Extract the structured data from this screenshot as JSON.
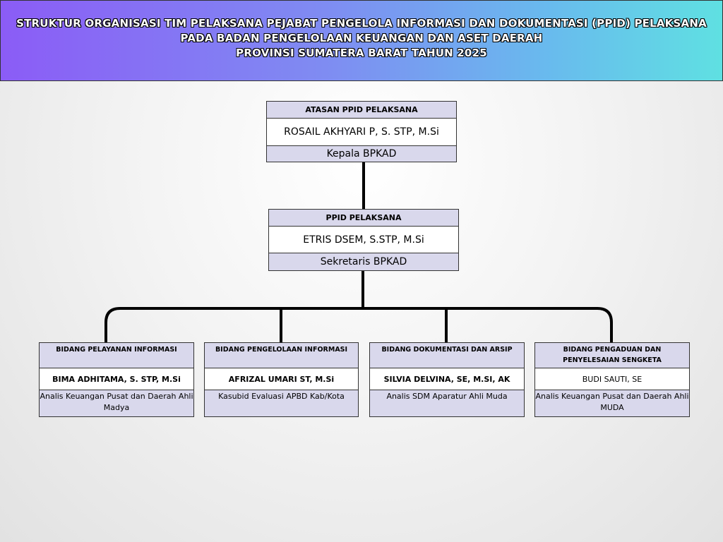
{
  "title": {
    "line1": "STRUKTUR ORGANISASI TIM PELAKSANA PEJABAT PENGELOLA INFORMASI DAN DOKUMENTASI (PPID) PELAKSANA",
    "line2": "PADA BADAN PENGELOLAAN KEUANGAN DAN ASET DAERAH",
    "line3": "PROVINSI SUMATERA BARAT TAHUN 2025"
  },
  "atasan": {
    "header": "ATASAN PPID PELAKSANA",
    "name": "ROSAIL AKHYARI P, S. STP, M.Si",
    "position": "Kepala BPKAD"
  },
  "ppid": {
    "header": "PPID PELAKSANA",
    "name": "ETRIS DSEM, S.STP, M.Si",
    "position": "Sekretaris BPKAD"
  },
  "bidang": [
    {
      "header": "BIDANG PELAYANAN INFORMASI",
      "name": "BIMA ADHITAMA, S. STP, M.Si",
      "position": "Analis Keuangan Pusat dan Daerah Ahli Madya"
    },
    {
      "header": "BIDANG PENGELOLAAN INFORMASI",
      "name": "AFRIZAL UMARI ST, M.Si",
      "position": "Kasubid Evaluasi APBD Kab/Kota"
    },
    {
      "header": "BIDANG DOKUMENTASI DAN ARSIP",
      "name": "SILVIA DELVINA, SE, M.SI, AK",
      "position": "Analis SDM Aparatur Ahli Muda"
    },
    {
      "header": "BIDANG PENGADUAN DAN PENYELESAIAN SENGKETA",
      "name": "BUDI SAUTI, SE",
      "position": "Analis Keuangan Pusat dan Daerah Ahli MUDA"
    }
  ]
}
